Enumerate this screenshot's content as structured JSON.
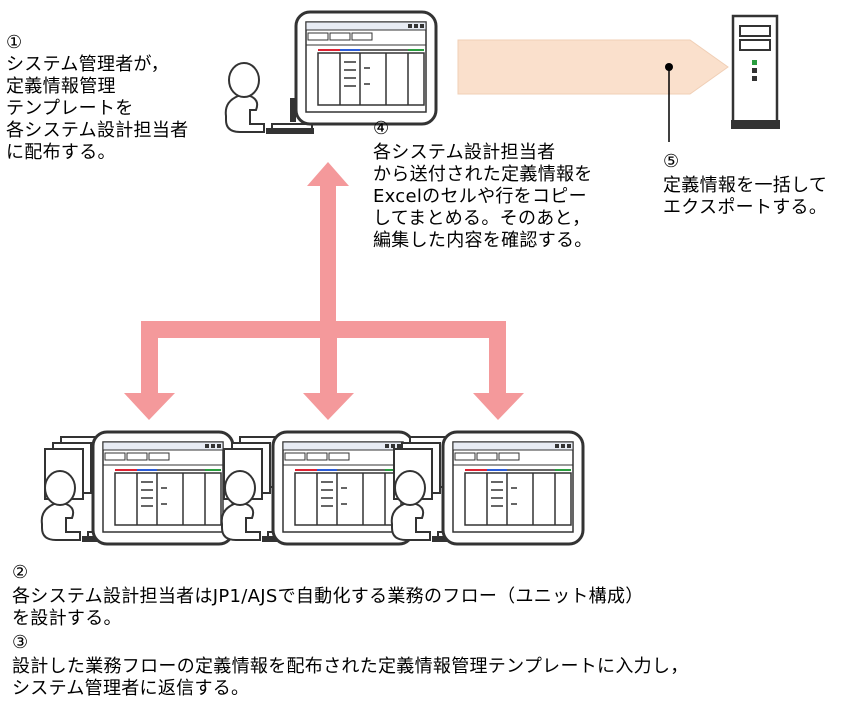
{
  "step1": {
    "num": "①",
    "lines": [
      "システム管理者が，",
      "定義情報管理",
      "テンプレートを",
      "各システム設計担当者",
      "に配布する。"
    ]
  },
  "step4": {
    "num": "④",
    "lines": [
      "各システム設計担当者",
      "から送付された定義情報を",
      "Excelのセルや行をコピー",
      "してまとめる。そのあと，",
      "編集した内容を確認する。"
    ]
  },
  "step5": {
    "num": "⑤",
    "lines": [
      "定義情報を一括して",
      "エクスポートする。"
    ]
  },
  "step2": {
    "num": "②",
    "lines": [
      "各システム設計担当者はJP1/AJSで自動化する業務のフロー（ユニット構成）",
      "を設計する。"
    ]
  },
  "step3": {
    "num": "③",
    "lines": [
      "設計した業務フローの定義情報を配布された定義情報管理テンプレートに入力し，",
      "システム管理者に返信する。"
    ]
  },
  "colors": {
    "arrow": "#f4999b",
    "export_arrow": "#fae0cc",
    "monitor_frame": "#333333"
  }
}
